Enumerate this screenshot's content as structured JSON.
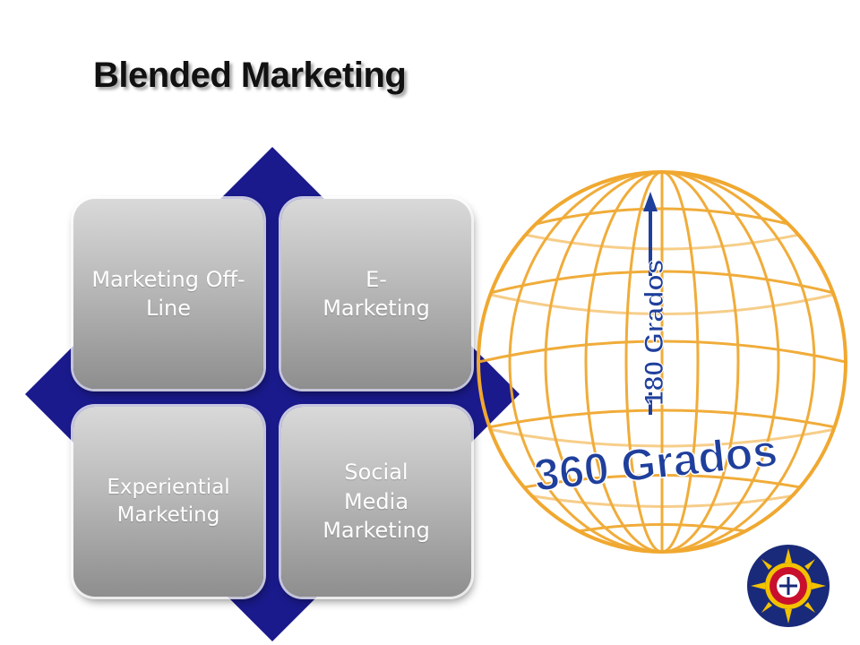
{
  "title": "Blended Marketing",
  "tiles": [
    {
      "label": "Marketing Off-Line"
    },
    {
      "label_lines": [
        "E-",
        "Marketing"
      ]
    },
    {
      "label": "Experiential Marketing"
    },
    {
      "label_lines": [
        "Social",
        "Media",
        "Marketing"
      ]
    }
  ],
  "globe": {
    "vertical_label": "180 Grados",
    "horizontal_label": "360 Grados"
  },
  "colors": {
    "diamond": "#1a1a8c",
    "globe_lines": "#f0a830",
    "globe_text": "#1f3f9c",
    "tile": "#b3b3b3"
  },
  "logo": "university-seal-icon"
}
